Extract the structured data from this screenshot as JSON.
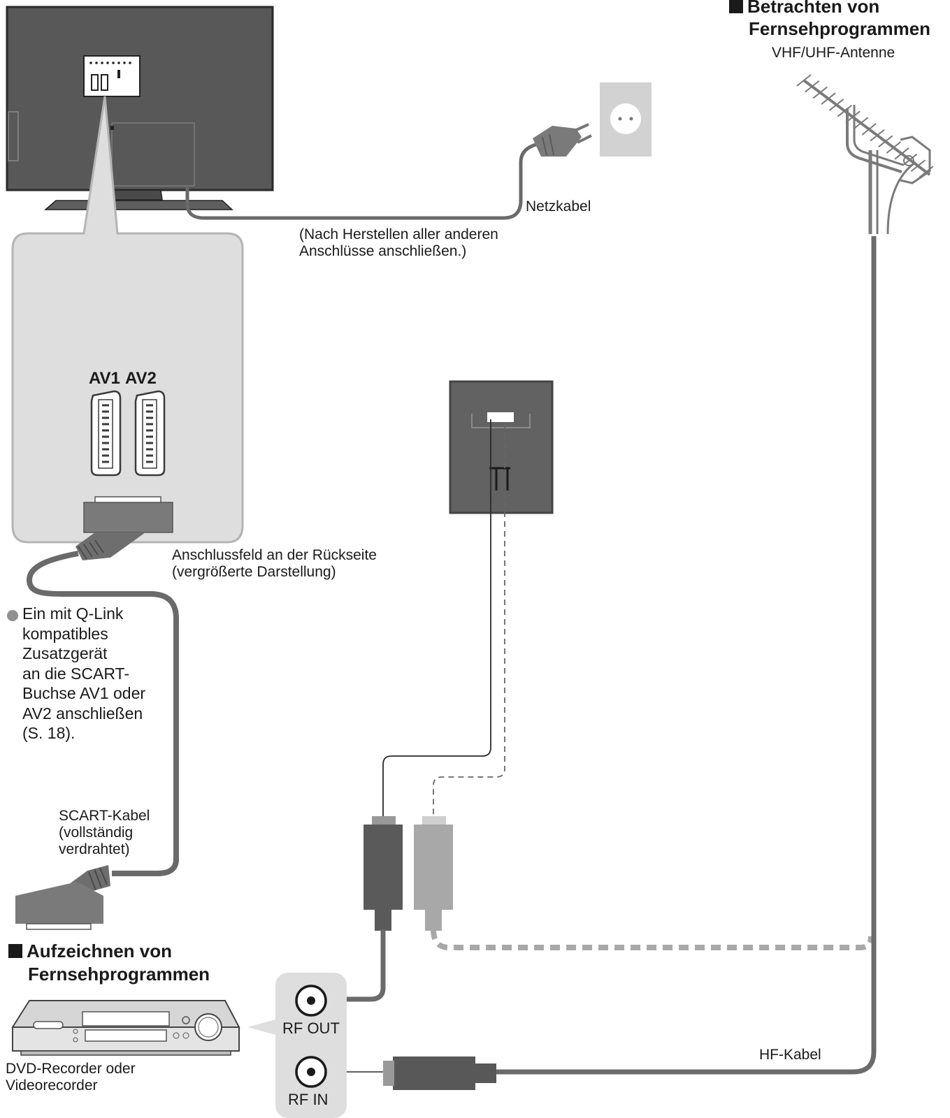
{
  "sections": {
    "viewing": {
      "heading_line1": "Betrachten von",
      "heading_line2": "Fernsehprogrammen"
    },
    "recording": {
      "heading_line1": "Aufzeichnen von",
      "heading_line2": "Fernsehprogrammen"
    }
  },
  "labels": {
    "antenna": "VHF/UHF-Antenne",
    "power_cable": "Netzkabel",
    "power_note_line1": "(Nach Herstellen aller anderen",
    "power_note_line2": "Anschlüsse anschließen.)",
    "panel_caption_line1": "Anschlussfeld an der Rückseite",
    "panel_caption_line2": "(vergrößerte Darstellung)",
    "av1": "AV1",
    "av2": "AV2",
    "scart_cable_line1": "SCART-Kabel",
    "scart_cable_line2": "(vollständig",
    "scart_cable_line3": "verdrahtet)",
    "rf_out": "RF OUT",
    "rf_in": "RF IN",
    "rf_cable": "HF-Kabel",
    "recorder_line1": "DVD-Recorder oder",
    "recorder_line2": "Videorecorder"
  },
  "note": {
    "lines": [
      "Ein mit Q-Link",
      "kompatibles",
      "Zusatzgerät",
      "an die SCART-",
      "Buchse AV1 oder",
      "AV2 anschließen",
      "(S. 18)."
    ]
  },
  "colors": {
    "tv_body": "#585858",
    "panel_fill": "#dedede",
    "cable": "#6a6a6a",
    "dashed_cable": "#a8a8a8",
    "wall_socket": "#d2d2d2",
    "antenna_socket": "#626262"
  }
}
